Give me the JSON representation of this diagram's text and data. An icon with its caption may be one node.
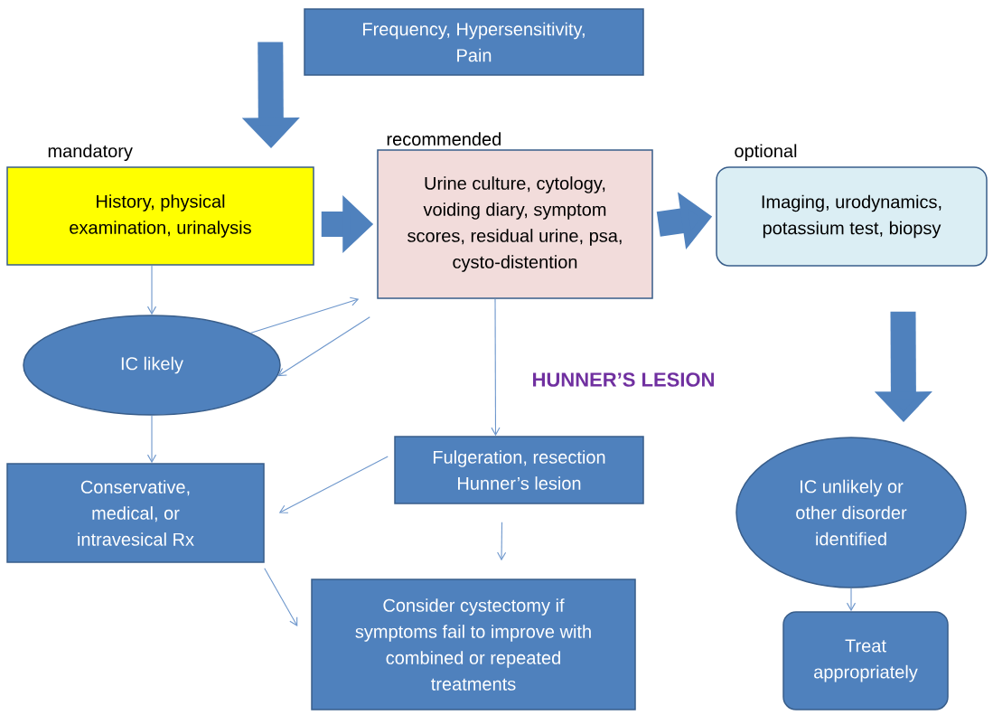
{
  "diagram": {
    "nodes": [
      {
        "text": [
          "Frequency, Hypersensitivity, Pain"
        ]
      },
      {
        "text": [
          "History, physical examination, urinalysis"
        ],
        "beside": [
          "mandatory"
        ]
      },
      {
        "text": [
          "Urine culture, cytology, voiding diary, symptom scores, residual urine, psa, cysto-distention"
        ],
        "beside": [
          "recommended"
        ]
      },
      {
        "text": [
          "Imaging, urodynamics, potassium test, biopsy"
        ],
        "beside": [
          "optional"
        ]
      },
      {
        "text": [
          "IC likely"
        ]
      },
      {
        "text": [
          "Conservative, medical, or intravesical Rx"
        ]
      },
      {
        "text": [
          "Fulgeration, resection Hunner’s lesion"
        ]
      },
      {
        "text": [
          "Consider cystectomy if symptoms fail to improve with combined or repeated treatments"
        ]
      },
      {
        "text": [
          "IC unlikely or other disorder identified"
        ]
      },
      {
        "text": [
          "Treat appropriately"
        ]
      }
    ],
    "edges": [
      {
        "from": 0,
        "to": 1,
        "arrow": "to",
        "style": "thick"
      },
      {
        "from": 1,
        "to": 2,
        "arrow": "to",
        "style": "thick"
      },
      {
        "from": 2,
        "to": 3,
        "arrow": "to",
        "style": "thick"
      },
      {
        "from": 3,
        "to": 8,
        "arrow": "to",
        "style": "thick"
      },
      {
        "from": 1,
        "to": 4,
        "arrow": "to"
      },
      {
        "from": 4,
        "to": 2,
        "arrow": "to"
      },
      {
        "from": 2,
        "to": 4,
        "arrow": "to"
      },
      {
        "from": 4,
        "to": 5,
        "arrow": "to"
      },
      {
        "from": 2,
        "to": 6,
        "arrow": "to",
        "label": "HUNNER’S LESION"
      },
      {
        "from": 6,
        "to": 5,
        "arrow": "to"
      },
      {
        "from": 6,
        "to": 7,
        "arrow": "to"
      },
      {
        "from": 5,
        "to": 7,
        "arrow": "to"
      },
      {
        "from": 8,
        "to": 9,
        "arrow": "to"
      }
    ]
  }
}
